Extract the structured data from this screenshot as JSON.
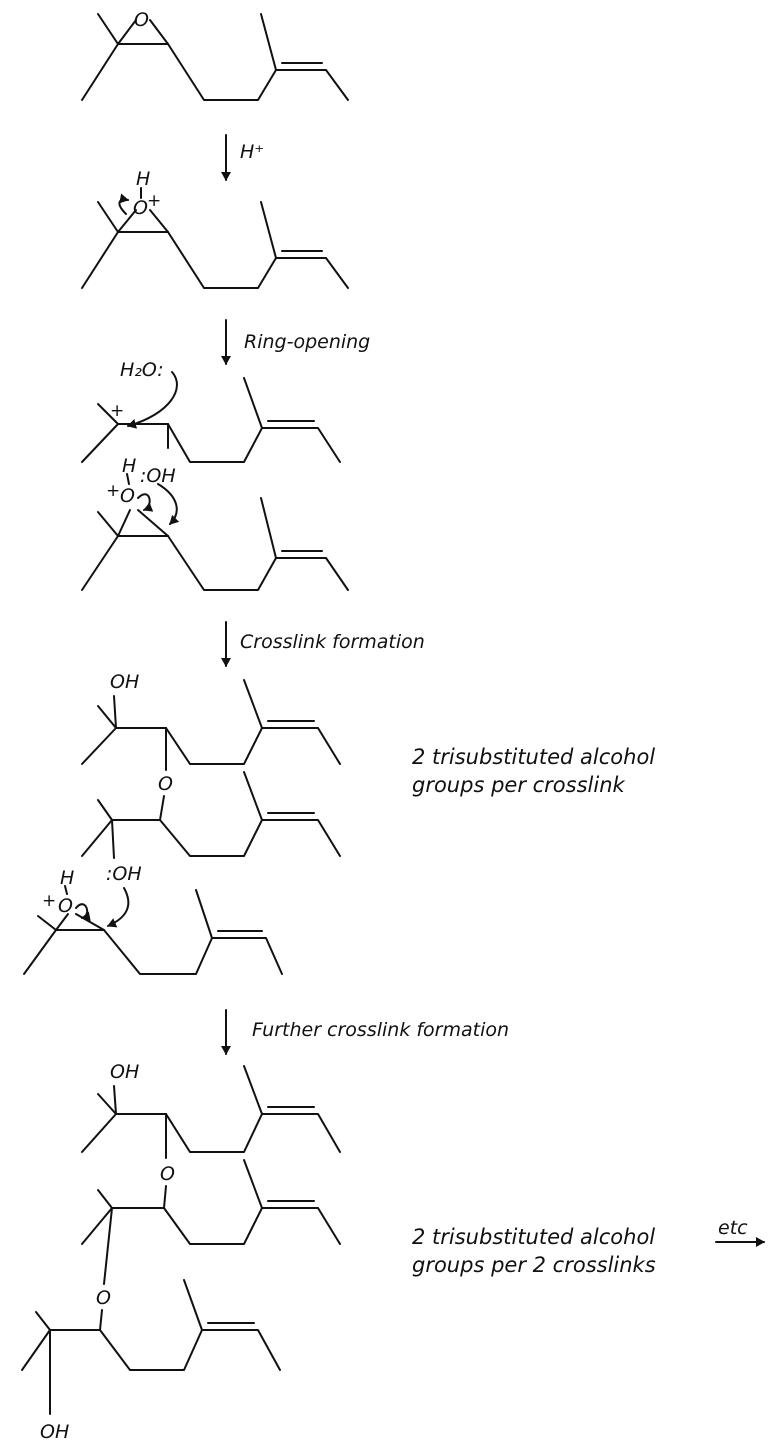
{
  "labels": {
    "reagent_acid": "H⁺",
    "step_ring_opening": "Ring-opening",
    "step_crosslink": "Crosslink formation",
    "step_further": "Further crosslink formation",
    "water": "H₂O:",
    "plus": "+",
    "O": "O",
    "H": "H",
    "OH": "OH",
    "lone_pair_OH": ":OH",
    "note1_line1": "2 trisubstituted alcohol",
    "note1_line2": "groups per crosslink",
    "note2_line1": "2 trisubstituted alcohol",
    "note2_line2": "groups per 2 crosslinks",
    "etc": "etc"
  }
}
